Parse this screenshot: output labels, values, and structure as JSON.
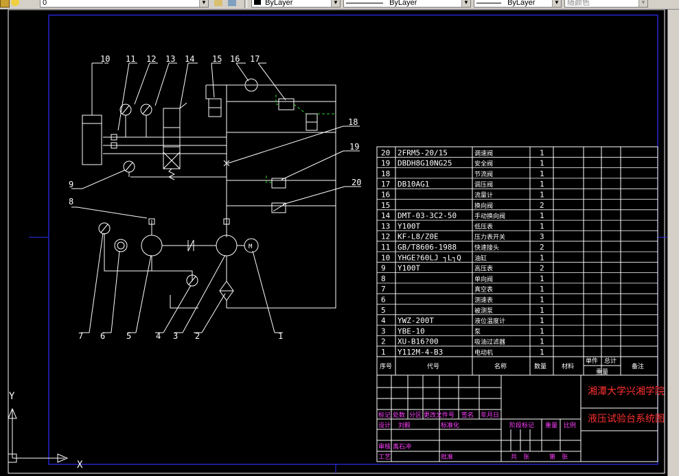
{
  "toolbar": {
    "layer_value": "0",
    "color_value": "ByLayer",
    "linetype_value": "ByLayer",
    "lineweight_value": "ByLayer",
    "plotstyle_value": "随颜色"
  },
  "drawing": {
    "part_labels": [
      "10",
      "11",
      "12",
      "13",
      "14",
      "15",
      "16",
      "17",
      "18",
      "19",
      "20",
      "9",
      "8",
      "7",
      "6",
      "5",
      "4",
      "3",
      "2",
      "1"
    ],
    "motor_symbol": "M",
    "ucs": {
      "y": "Y",
      "x": "X"
    }
  },
  "parts_list": {
    "rows": [
      {
        "no": "20",
        "code": "2FRM5-20/15",
        "name": "调速阀",
        "qty": "1"
      },
      {
        "no": "19",
        "code": "DBDH8G10NG25",
        "name": "安全阀",
        "qty": "1"
      },
      {
        "no": "18",
        "code": "",
        "name": "节流阀",
        "qty": "1"
      },
      {
        "no": "17",
        "code": "DB10AG1",
        "name": "调压阀",
        "qty": "1"
      },
      {
        "no": "16",
        "code": "",
        "name": "流量计",
        "qty": "1"
      },
      {
        "no": "15",
        "code": "",
        "name": "换向阀",
        "qty": "2"
      },
      {
        "no": "14",
        "code": "DMT-03-3C2-50",
        "name": "手动换向阀",
        "qty": "1"
      },
      {
        "no": "13",
        "code": "Y100T",
        "name": "低压表",
        "qty": "1"
      },
      {
        "no": "12",
        "code": "KF-L8/Z0E",
        "name": "压力表开关",
        "qty": "3"
      },
      {
        "no": "11",
        "code": "GB/T8606-1988",
        "name": "快速接头",
        "qty": "2"
      },
      {
        "no": "10",
        "code": "YHGE?60LJ ┐L┐Q",
        "name": "油缸",
        "qty": "1"
      },
      {
        "no": "9",
        "code": "Y100T",
        "name": "高压表",
        "qty": "2"
      },
      {
        "no": "8",
        "code": "",
        "name": "单向阀",
        "qty": "1"
      },
      {
        "no": "7",
        "code": "",
        "name": "真空表",
        "qty": "1"
      },
      {
        "no": "6",
        "code": "",
        "name": "测速表",
        "qty": "1"
      },
      {
        "no": "5",
        "code": "",
        "name": "被测泵",
        "qty": "1"
      },
      {
        "no": "4",
        "code": "YWZ-200T",
        "name": "液位温度计",
        "qty": "1"
      },
      {
        "no": "3",
        "code": "YBE-10",
        "name": "泵",
        "qty": "1"
      },
      {
        "no": "2",
        "code": "XU-B16?00",
        "name": "吸油过滤器",
        "qty": "1"
      },
      {
        "no": "1",
        "code": "Y112M-4-B3",
        "name": "电动机",
        "qty": "1"
      }
    ],
    "header": {
      "no": "序号",
      "code": "代号",
      "name": "名称",
      "qty": "数量",
      "material": "材料",
      "single": "单件",
      "total": "总计",
      "weight": "重量",
      "remarks": "备注"
    }
  },
  "title_block": {
    "school": "湘潭大学兴湘学院",
    "drawing_title": "液压试验台系统图",
    "rev_headers": [
      "标记",
      "处数",
      "分区",
      "更改文件号",
      "签名",
      "年月日"
    ],
    "design_label": "设计",
    "designer": "刘毅",
    "standard_label": "标准化",
    "review_label": "审核",
    "reviewer": "禹石冲",
    "process_label": "工艺",
    "approve_label": "批准",
    "stage_label": "阶段标记",
    "weight_label": "重量",
    "scale_label": "比例",
    "sheets_total": "共　张",
    "sheet_no": "第　张"
  }
}
